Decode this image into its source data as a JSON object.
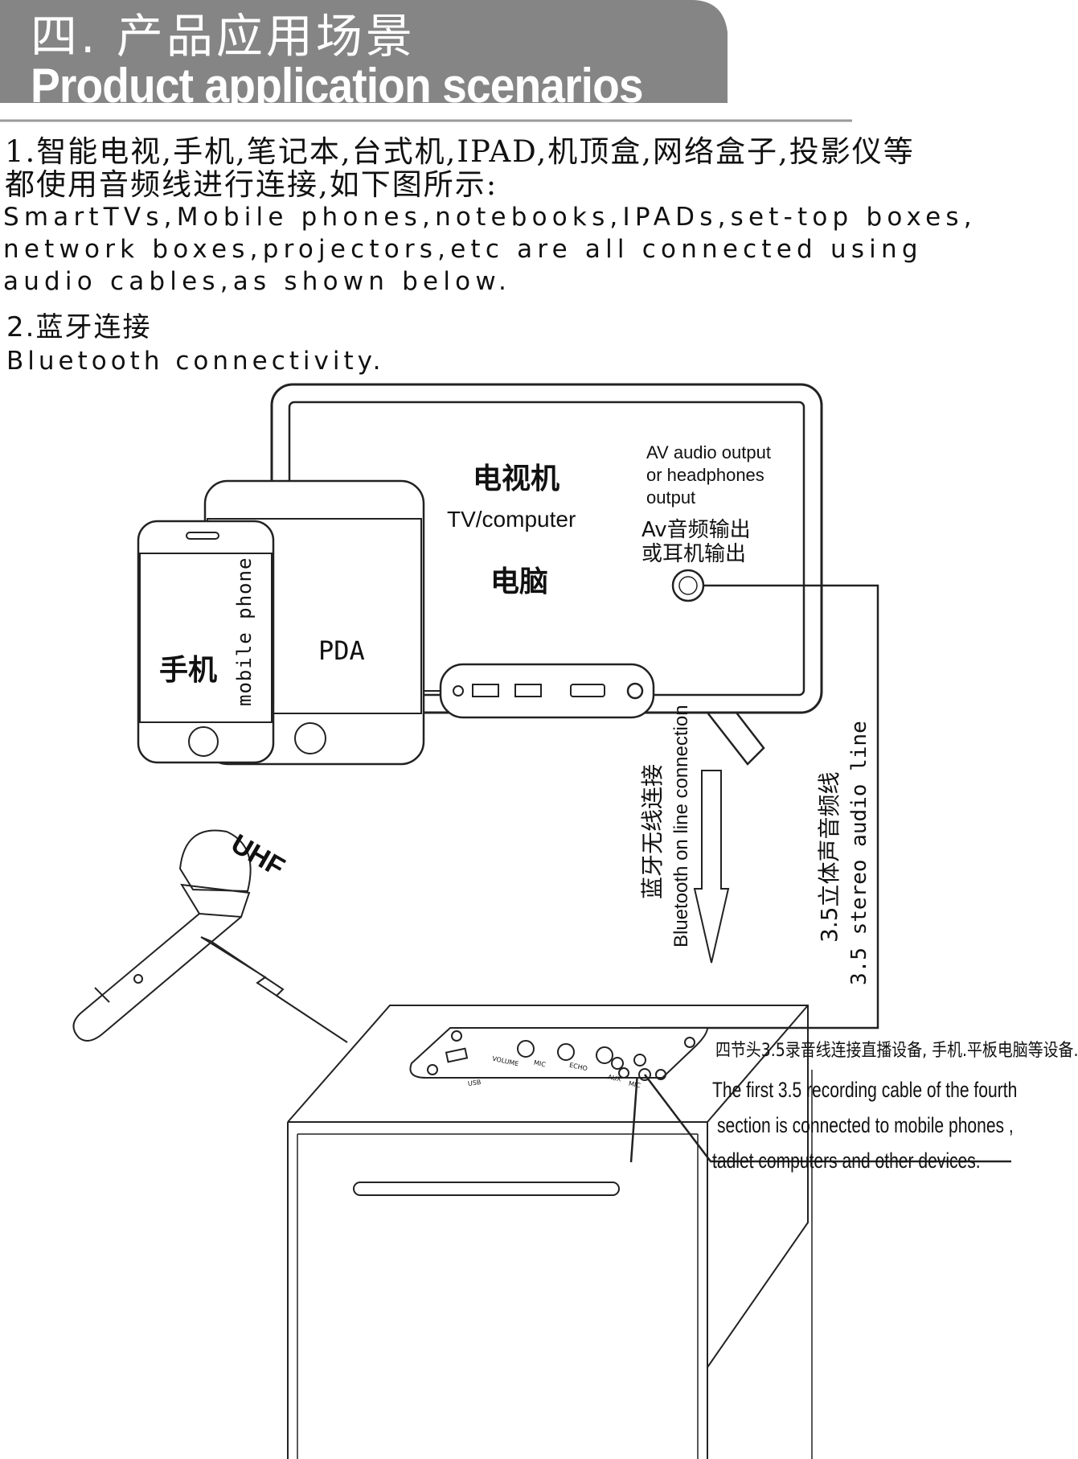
{
  "header": {
    "title_cn": "四. 产品应用场景",
    "title_en": "Product application scenarios",
    "band_color": "#858585"
  },
  "intro": {
    "item1_cn_line1": "1.智能电视,手机,笔记本,台式机,IPAD,机顶盒,网络盒子,投影仪等",
    "item1_cn_line2": "都使用音频线进行连接,如下图所示:",
    "item1_en_line1": "SmartTVs,Mobile phones,notebooks,IPADs,set-top boxes,",
    "item1_en_line2": "network boxes,projectors,etc are all connected using",
    "item1_en_line3": "audio cables,as shown below.",
    "item2_cn": "2.蓝牙连接",
    "item2_en": "Bluetooth connectivity."
  },
  "diagram": {
    "tv_label_cn": "电视机",
    "tv_label_en": "TV/computer",
    "pc_label_cn": "电脑",
    "av_out_en_line1": "AV audio output",
    "av_out_en_line2": "or headphones",
    "av_out_en_line3": "output",
    "av_out_cn_line1": "Av音频输出",
    "av_out_cn_line2": "或耳机输出",
    "phone_cn": "手机",
    "phone_en": "mobile phone",
    "pda": "PDA",
    "bt_cn": "蓝牙无线连接",
    "bt_en": "Bluetooth on line connection",
    "cable_cn": "3.5立体声音频线",
    "cable_en": "3.5 stereo audio line",
    "uhf": "UHF",
    "panel_usb": "USB",
    "panel_volume": "VOLUME",
    "panel_mic": "MIC",
    "panel_echo": "ECHO",
    "panel_aux": "AUX",
    "panel_mic2": "MIC",
    "note_cn": "四节头3.5录音线连接直播设备, 手机.平板电脑等设备.",
    "note_en_line1": "The first 3.5 recording cable of the fourth",
    "note_en_line2": "section is connected to mobile phones ,",
    "note_en_line3": "tadlet computers and other devices."
  }
}
